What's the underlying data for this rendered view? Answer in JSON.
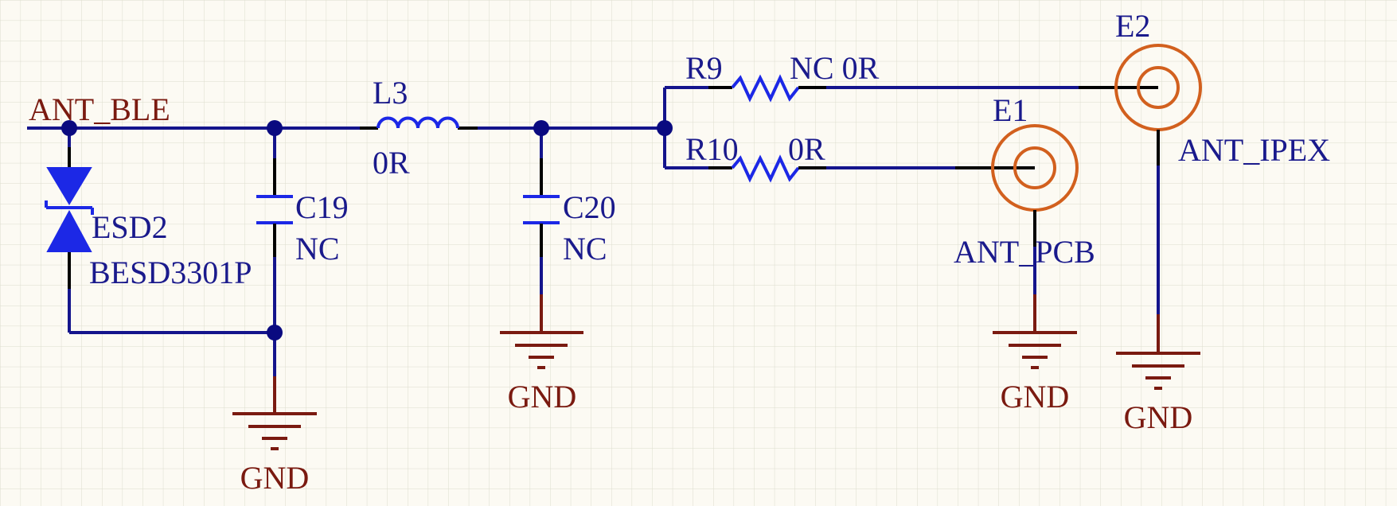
{
  "colors": {
    "background": "#fcfaf3",
    "grid": "#dcdccd",
    "wire": "#14148c",
    "component": "#1c28e6",
    "ground": "#7a1a10",
    "antenna": "#d2601e",
    "label_blue": "#1a1a8c",
    "label_red": "#7a1a10"
  },
  "net": {
    "ant_ble": "ANT_BLE"
  },
  "esd": {
    "designator": "ESD2",
    "value": "BESD3301P"
  },
  "c19": {
    "designator": "C19",
    "value": "NC"
  },
  "l3": {
    "designator": "L3",
    "value": "0R"
  },
  "c20": {
    "designator": "C20",
    "value": "NC"
  },
  "r9": {
    "designator": "R9",
    "value": "NC 0R"
  },
  "r10": {
    "designator": "R10",
    "value": "0R"
  },
  "e1": {
    "designator": "E1",
    "comment": "ANT_PCB"
  },
  "e2": {
    "designator": "E2",
    "comment": "ANT_IPEX"
  },
  "gnd": {
    "label": "GND"
  }
}
